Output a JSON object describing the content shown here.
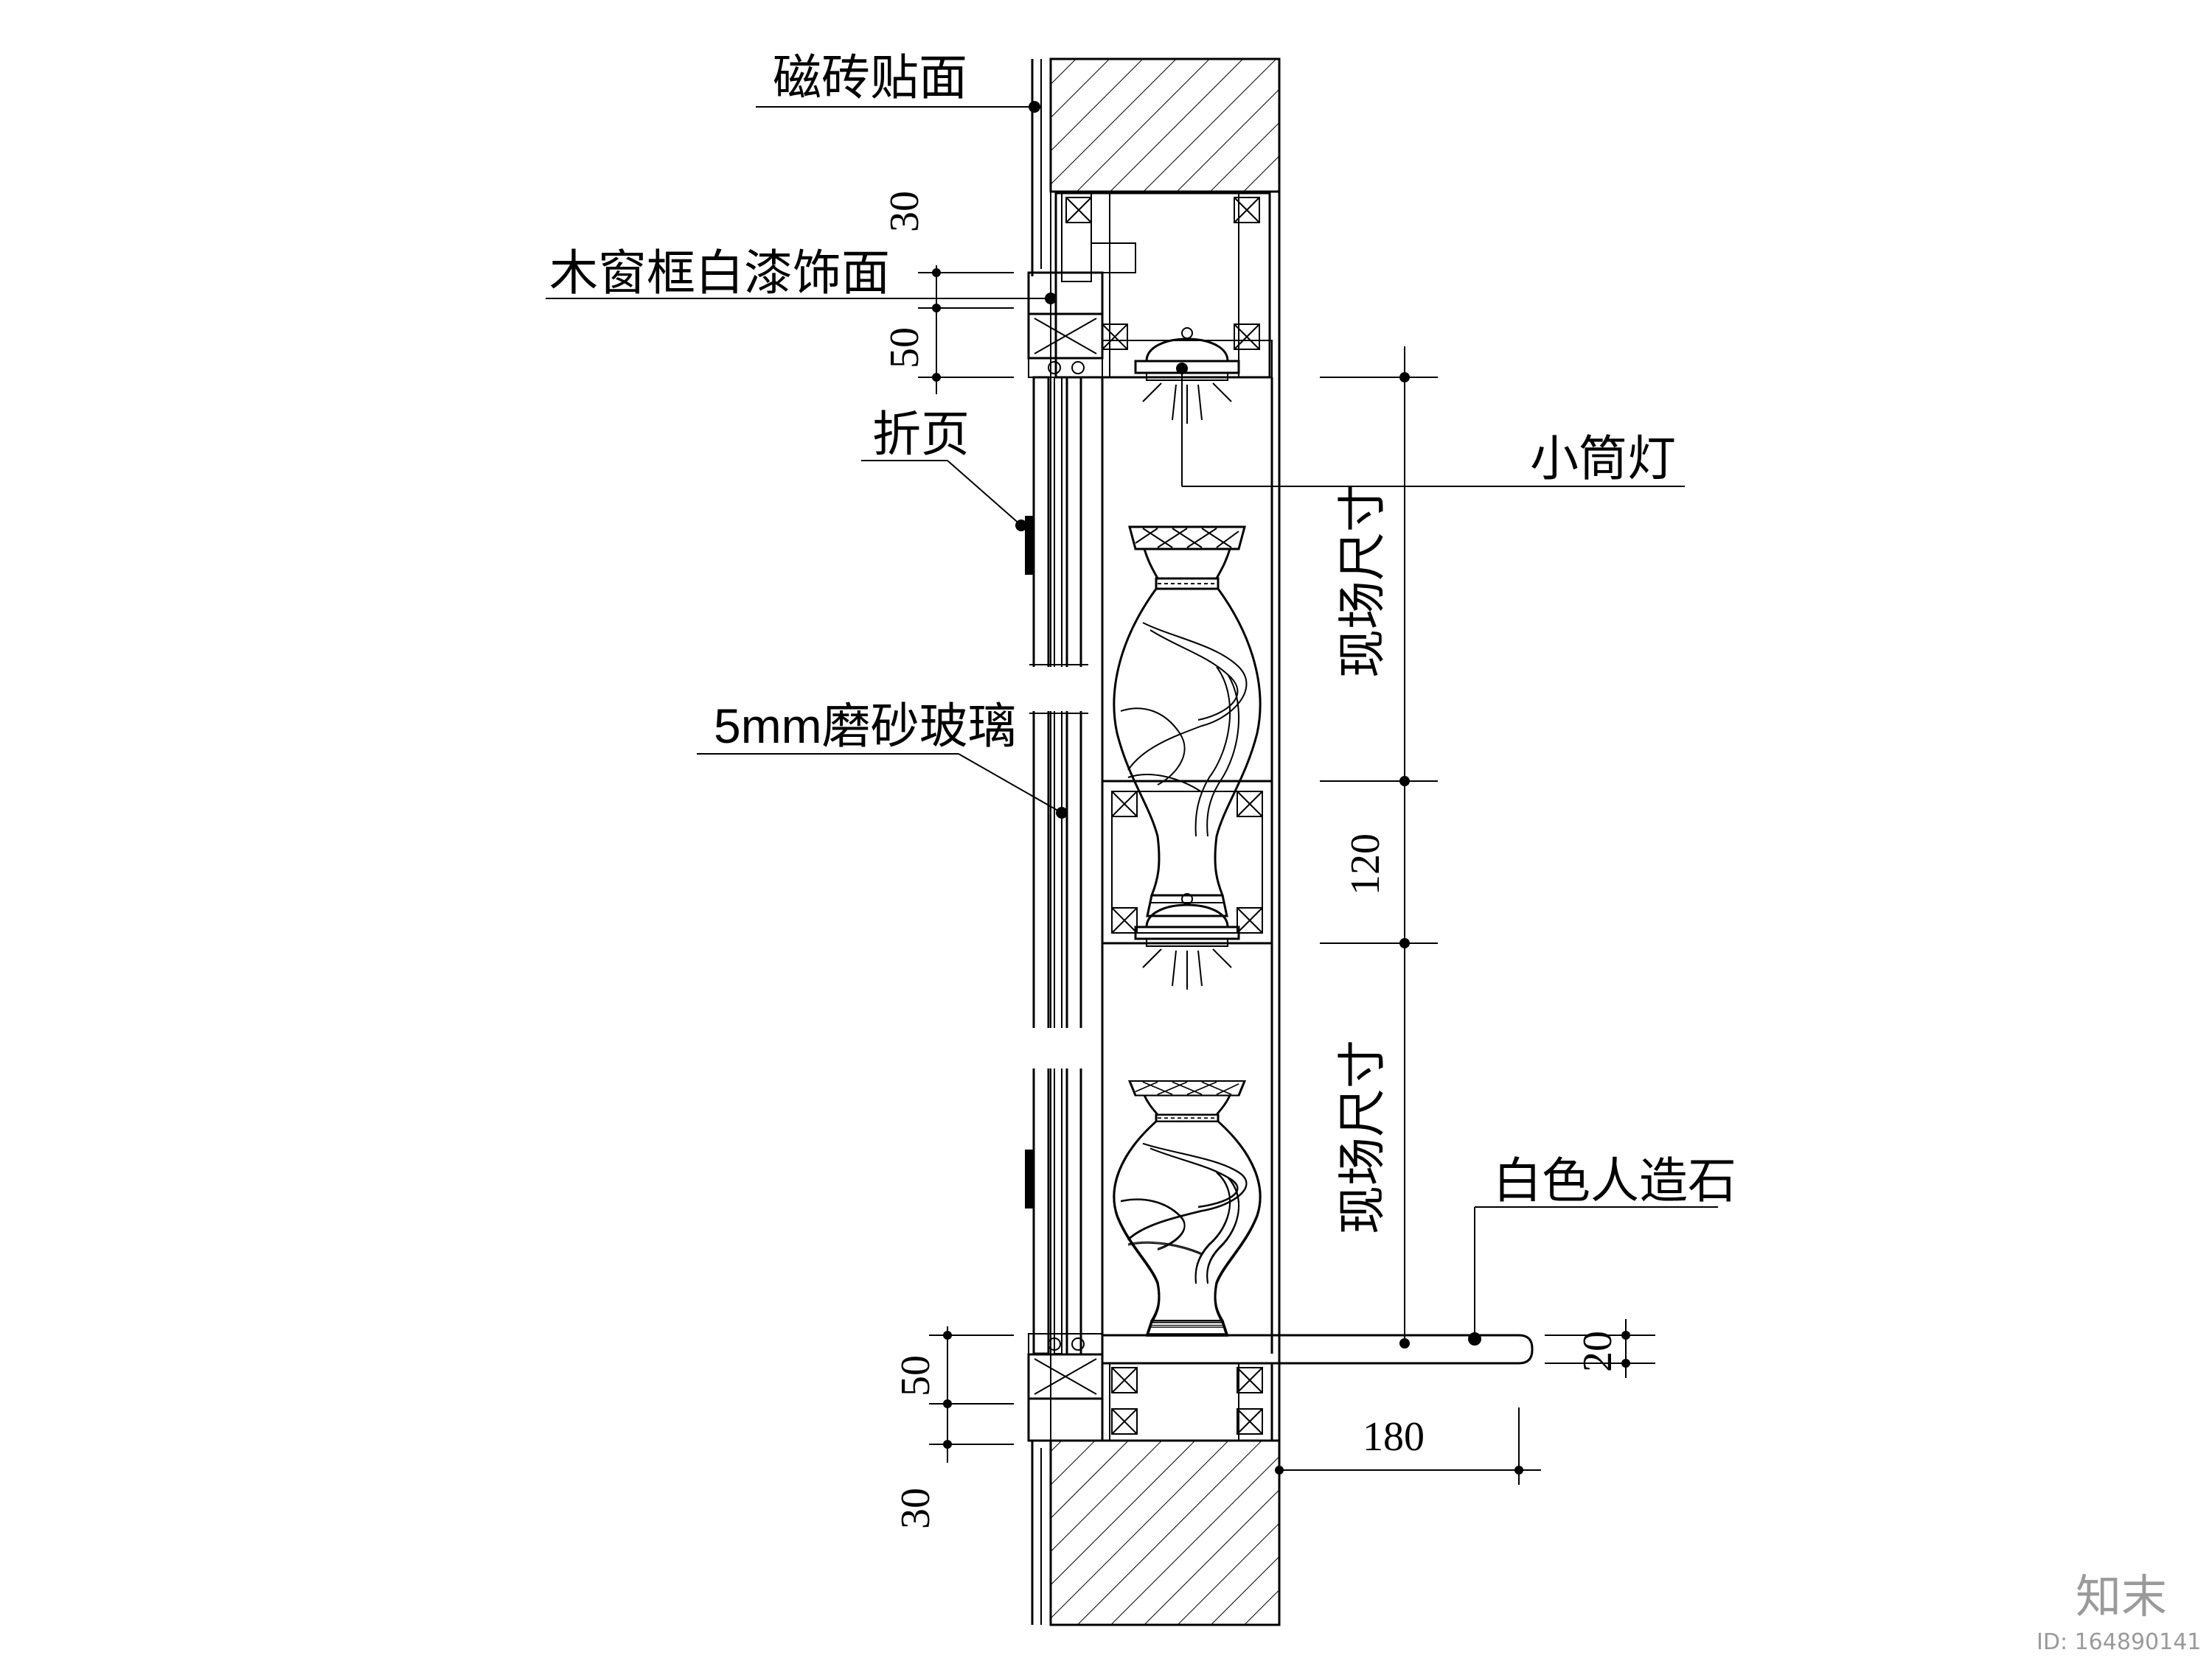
{
  "labels": {
    "tile_facing": "磁砖贴面",
    "wood_frame": "木窗框白漆饰面",
    "hinge": "折页",
    "frosted_glass": "5mm磨砂玻璃",
    "downlight": "小筒灯",
    "site_size_upper": "现场尺寸",
    "site_size_lower": "现场尺寸",
    "artificial_stone": "白色人造石"
  },
  "dimensions": {
    "top_offset": "30",
    "top_frame": "50",
    "middle_shelf": "120",
    "bottom_frame": "50",
    "bottom_offset": "30",
    "stone_thickness": "20",
    "stone_depth": "180"
  },
  "watermark": {
    "brand": "知末",
    "id": "ID: 164890141"
  },
  "colors": {
    "line": "#000000",
    "watermark": "#9a9a9a"
  }
}
